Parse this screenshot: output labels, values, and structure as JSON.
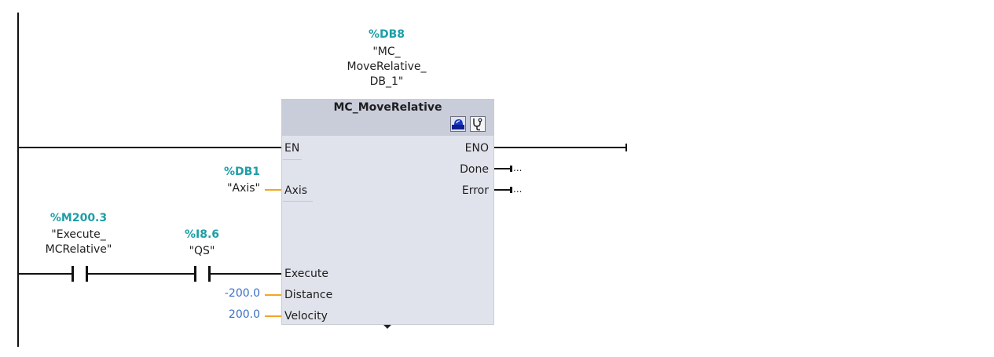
{
  "block": {
    "instance_address": "%DB8",
    "instance_name_lines": [
      "\"MC_",
      "MoveRelative_",
      "DB_1\""
    ],
    "type": "MC_MoveRelative",
    "icons": [
      "block-help-icon",
      "diagnostics-stethoscope-icon"
    ]
  },
  "pins": {
    "inputs": {
      "en": "EN",
      "axis": "Axis",
      "execute": "Execute",
      "distance": "Distance",
      "velocity": "Velocity"
    },
    "outputs": {
      "eno": "ENO",
      "done": "Done",
      "error": "Error"
    }
  },
  "axis_param": {
    "address": "%DB1",
    "name": "\"Axis\""
  },
  "contacts": [
    {
      "address": "%M200.3",
      "name_lines": [
        "\"Execute_",
        "MCRelative\""
      ]
    },
    {
      "address": "%I8.6",
      "name_lines": [
        "\"QS\""
      ]
    }
  ],
  "constants": {
    "distance": "-200.0",
    "velocity": "200.0"
  },
  "unconnected": {
    "done": "...",
    "error": "..."
  },
  "expand_arrow": "collapse-more-icon",
  "colors": {
    "address": "#1d9ea6",
    "constant": "#3a6fc4",
    "param_line": "#f2a623",
    "block_body": "#e1e3ec",
    "block_header": "#c9ccd9"
  }
}
